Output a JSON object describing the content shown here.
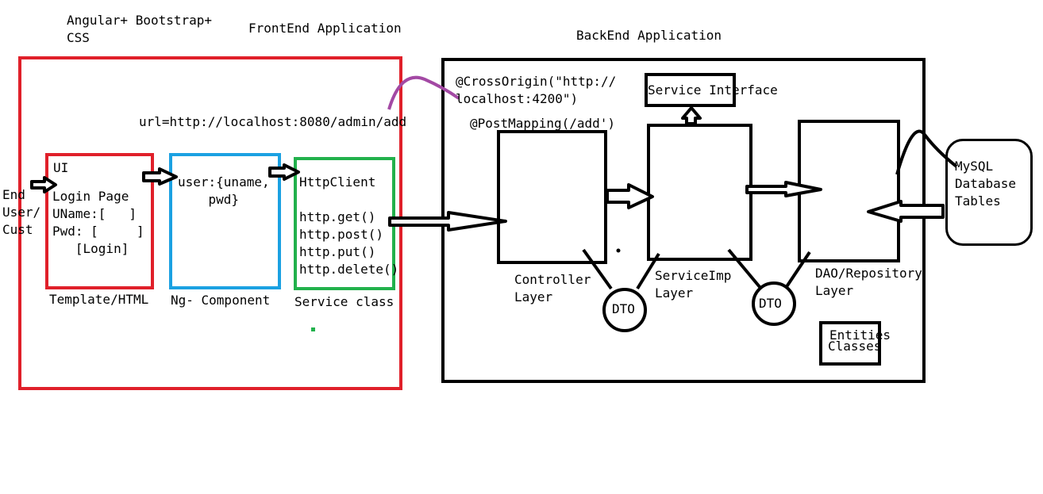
{
  "header": {
    "tech_line1": "Angular+ Bootstrap+",
    "tech_line2": "CSS",
    "frontend_title": "FrontEnd Application",
    "backend_title": "BackEnd Application"
  },
  "frontend": {
    "url": "url=http://localhost:8080/admin/add",
    "end_user": [
      "End",
      "User/",
      "Cust"
    ],
    "template_box": {
      "lines": [
        "UI",
        "Login Page",
        "UName:[   ]",
        "Pwd: [     ]",
        "   [Login]"
      ],
      "caption": "Template/HTML"
    },
    "component_box": {
      "lines": [
        "user:{uname,",
        "    pwd}"
      ],
      "caption": "Ng- Component"
    },
    "service_box": {
      "lines": [
        "HttpClient",
        "",
        "http.get()",
        "http.post()",
        "http.put()",
        "http.delete()"
      ],
      "caption": "Service class"
    }
  },
  "backend": {
    "cross_origin": [
      "@CrossOrigin(\"http://",
      "localhost:4200\")"
    ],
    "post_mapping": "@PostMapping(/add')",
    "service_interface": "Service Interface",
    "controller_caption": [
      "Controller",
      "Layer"
    ],
    "serviceimp_caption": [
      "ServiceImp",
      "Layer"
    ],
    "dao_caption": [
      "DAO/Repository",
      "Layer"
    ],
    "dto_left": "DTO",
    "dto_right": "DTO",
    "entities": [
      "Entities",
      "Classes"
    ]
  },
  "database": {
    "lines": [
      "MySQL",
      "Database",
      "Tables"
    ]
  },
  "colors": {
    "frontend_border": "#e0202a",
    "template_border": "#e0202a",
    "component_border": "#1ba1e2",
    "service_border": "#22b14c",
    "backend_border": "#000000",
    "cors_curve": "#a349a4"
  }
}
